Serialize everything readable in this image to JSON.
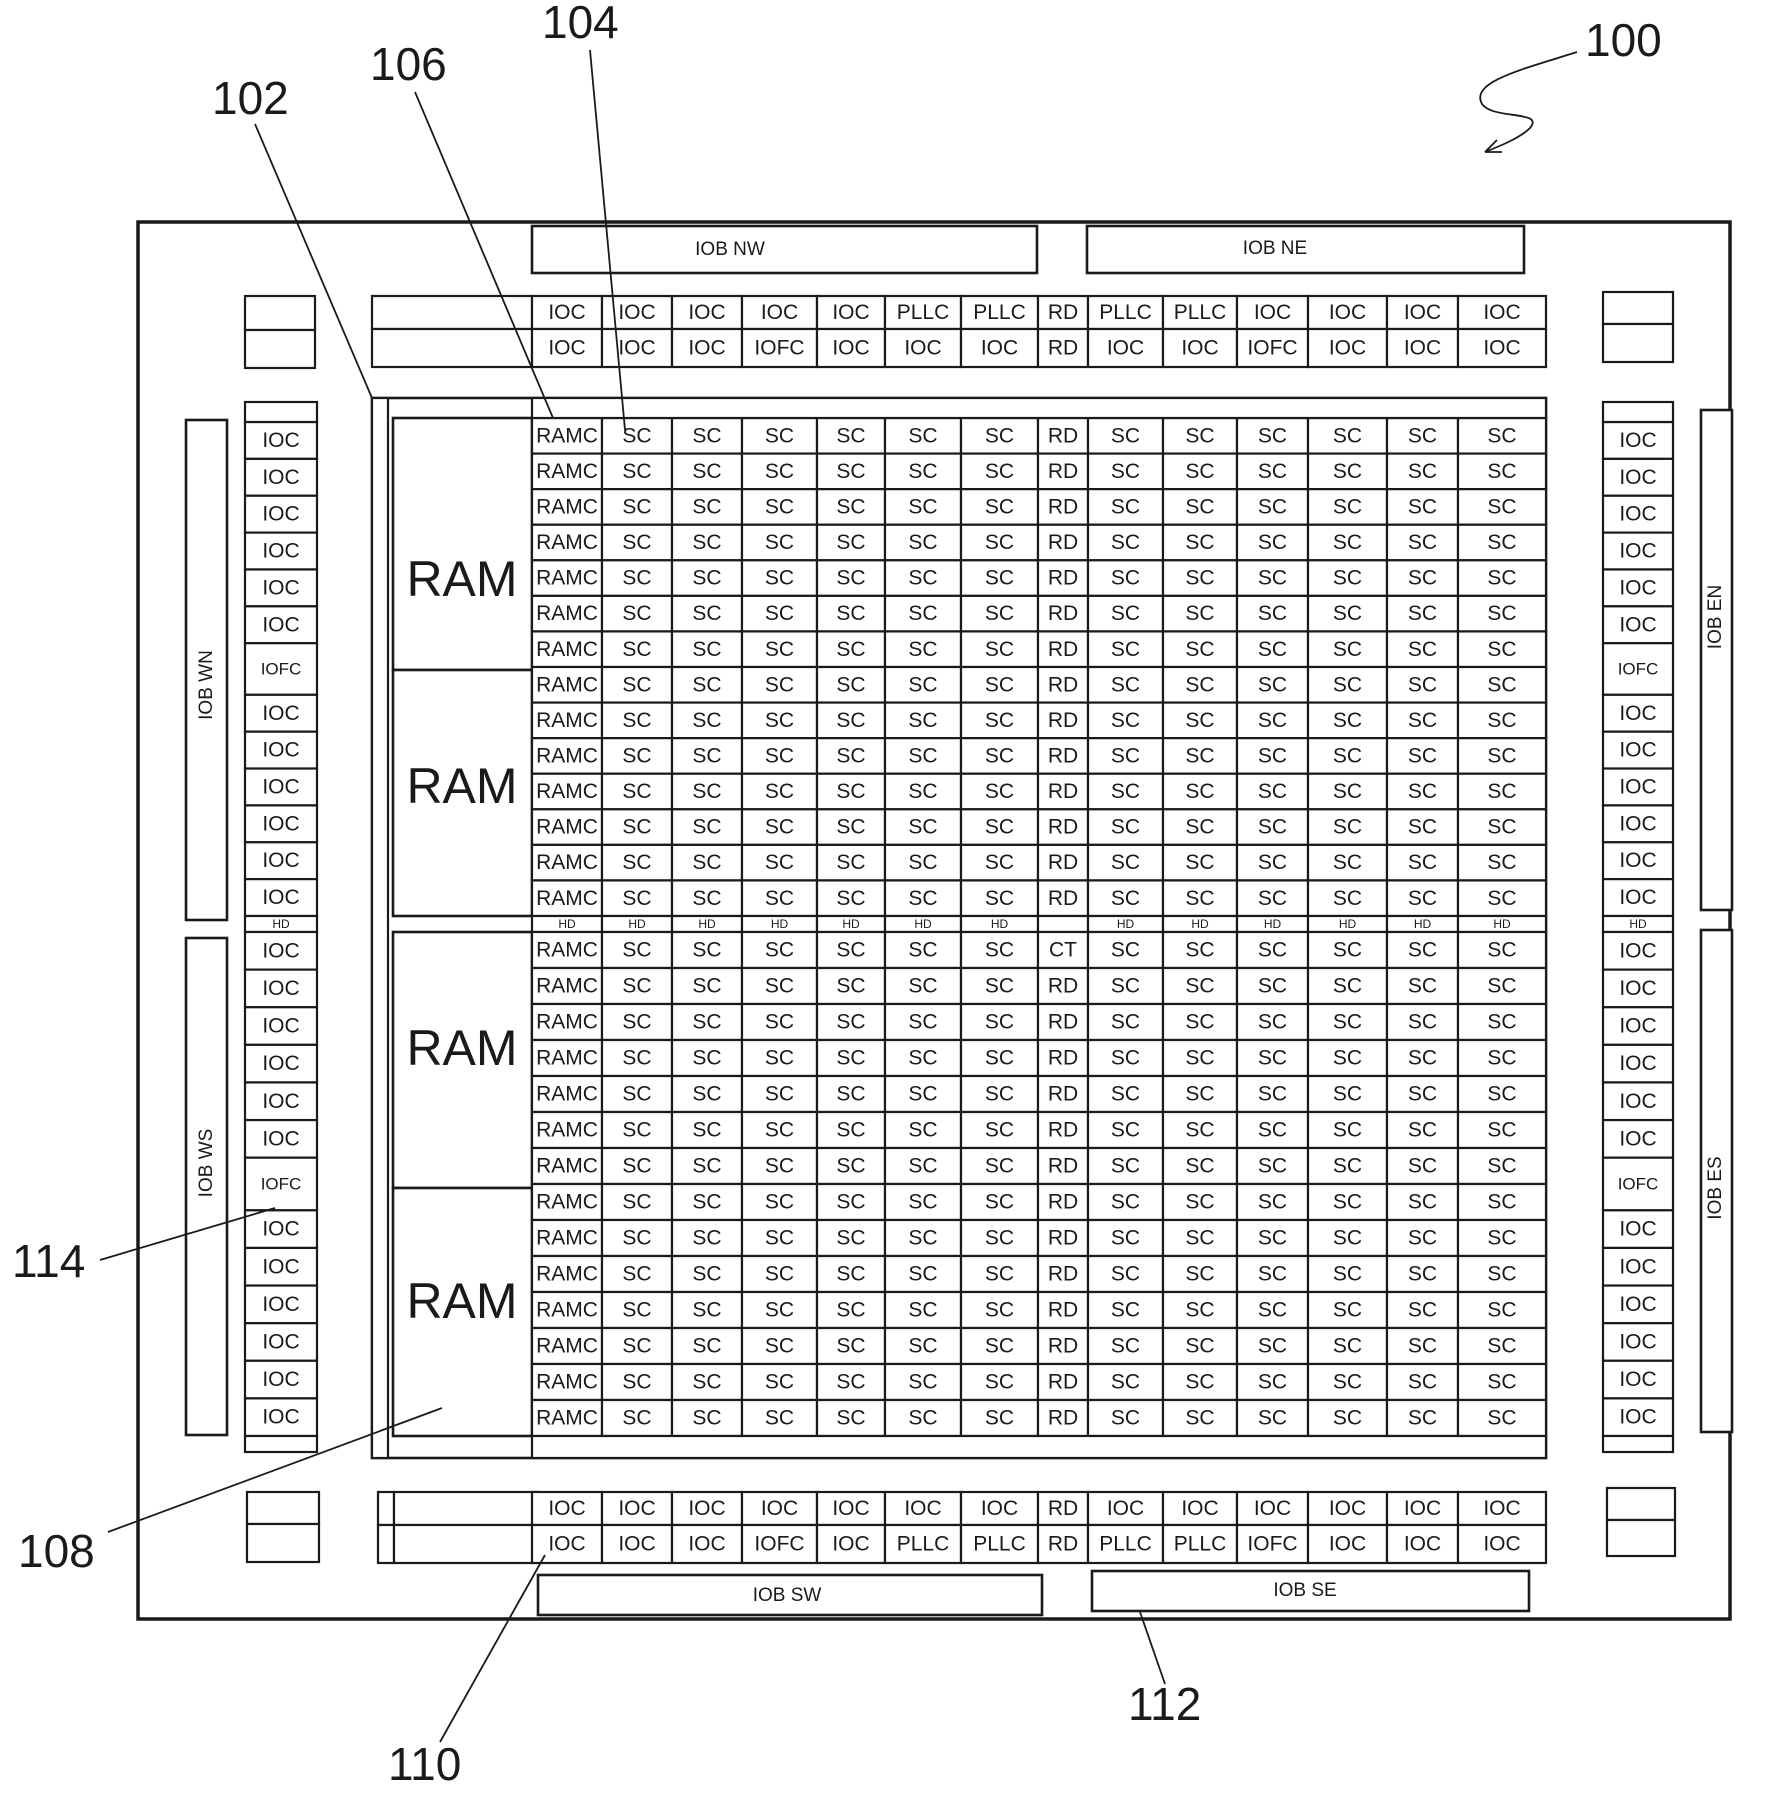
{
  "figure": {
    "refs": {
      "r100": "100",
      "r102": "102",
      "r104": "104",
      "r106": "106",
      "r108": "108",
      "r110": "110",
      "r112": "112",
      "r114": "114"
    },
    "iob_labels": {
      "nw": "IOB NW",
      "ne": "IOB NE",
      "sw": "IOB SW",
      "se": "IOB SE",
      "wn": "IOB WN",
      "ws": "IOB WS",
      "en": "IOB EN",
      "es": "IOB ES"
    },
    "ram_labels": [
      "RAM",
      "RAM",
      "RAM",
      "RAM"
    ],
    "top_rows": [
      [
        "IOC",
        "IOC",
        "IOC",
        "IOC",
        "IOC",
        "PLLC",
        "PLLC",
        "RD",
        "PLLC",
        "PLLC",
        "IOC",
        "IOC",
        "IOC",
        "IOC"
      ],
      [
        "IOC",
        "IOC",
        "IOC",
        "IOFC",
        "IOC",
        "IOC",
        "IOC",
        "RD",
        "IOC",
        "IOC",
        "IOFC",
        "IOC",
        "IOC",
        "IOC"
      ]
    ],
    "bottom_rows": [
      [
        "IOC",
        "IOC",
        "IOC",
        "IOC",
        "IOC",
        "IOC",
        "IOC",
        "RD",
        "IOC",
        "IOC",
        "IOC",
        "IOC",
        "IOC",
        "IOC"
      ],
      [
        "IOC",
        "IOC",
        "IOC",
        "IOFC",
        "IOC",
        "PLLC",
        "PLLC",
        "RD",
        "PLLC",
        "PLLC",
        "IOFC",
        "IOC",
        "IOC",
        "IOC"
      ]
    ],
    "core_upper_rows": 14,
    "core_lower_rows": 14,
    "core_row_pattern": [
      "RAMC",
      "SC",
      "SC",
      "SC",
      "SC",
      "SC",
      "SC",
      "RD",
      "SC",
      "SC",
      "SC",
      "SC",
      "SC",
      "SC"
    ],
    "core_lower_first_row": [
      "RAMC",
      "SC",
      "SC",
      "SC",
      "SC",
      "SC",
      "SC",
      "CT",
      "SC",
      "SC",
      "SC",
      "SC",
      "SC",
      "SC"
    ],
    "hd_row": [
      "HD",
      "HD",
      "HD",
      "HD",
      "HD",
      "HD",
      "HD",
      "",
      "HD",
      "HD",
      "HD",
      "HD",
      "HD",
      "HD"
    ],
    "hd_side": "HD",
    "left_column": [
      "IOC",
      "IOC",
      "IOC",
      "IOC",
      "IOC",
      "IOC",
      "IOFC",
      "IOC",
      "IOC",
      "IOC",
      "IOC",
      "IOC",
      "IOC",
      "HD",
      "IOC",
      "IOC",
      "IOC",
      "IOC",
      "IOC",
      "IOC",
      "IOFC",
      "IOC",
      "IOC",
      "IOC",
      "IOC",
      "IOC",
      "IOC"
    ],
    "right_column": [
      "IOC",
      "IOC",
      "IOC",
      "IOC",
      "IOC",
      "IOC",
      "IOFC",
      "IOC",
      "IOC",
      "IOC",
      "IOC",
      "IOC",
      "IOC",
      "HD",
      "IOC",
      "IOC",
      "IOC",
      "IOC",
      "IOC",
      "IOC",
      "IOFC",
      "IOC",
      "IOC",
      "IOC",
      "IOC",
      "IOC",
      "IOC"
    ]
  }
}
